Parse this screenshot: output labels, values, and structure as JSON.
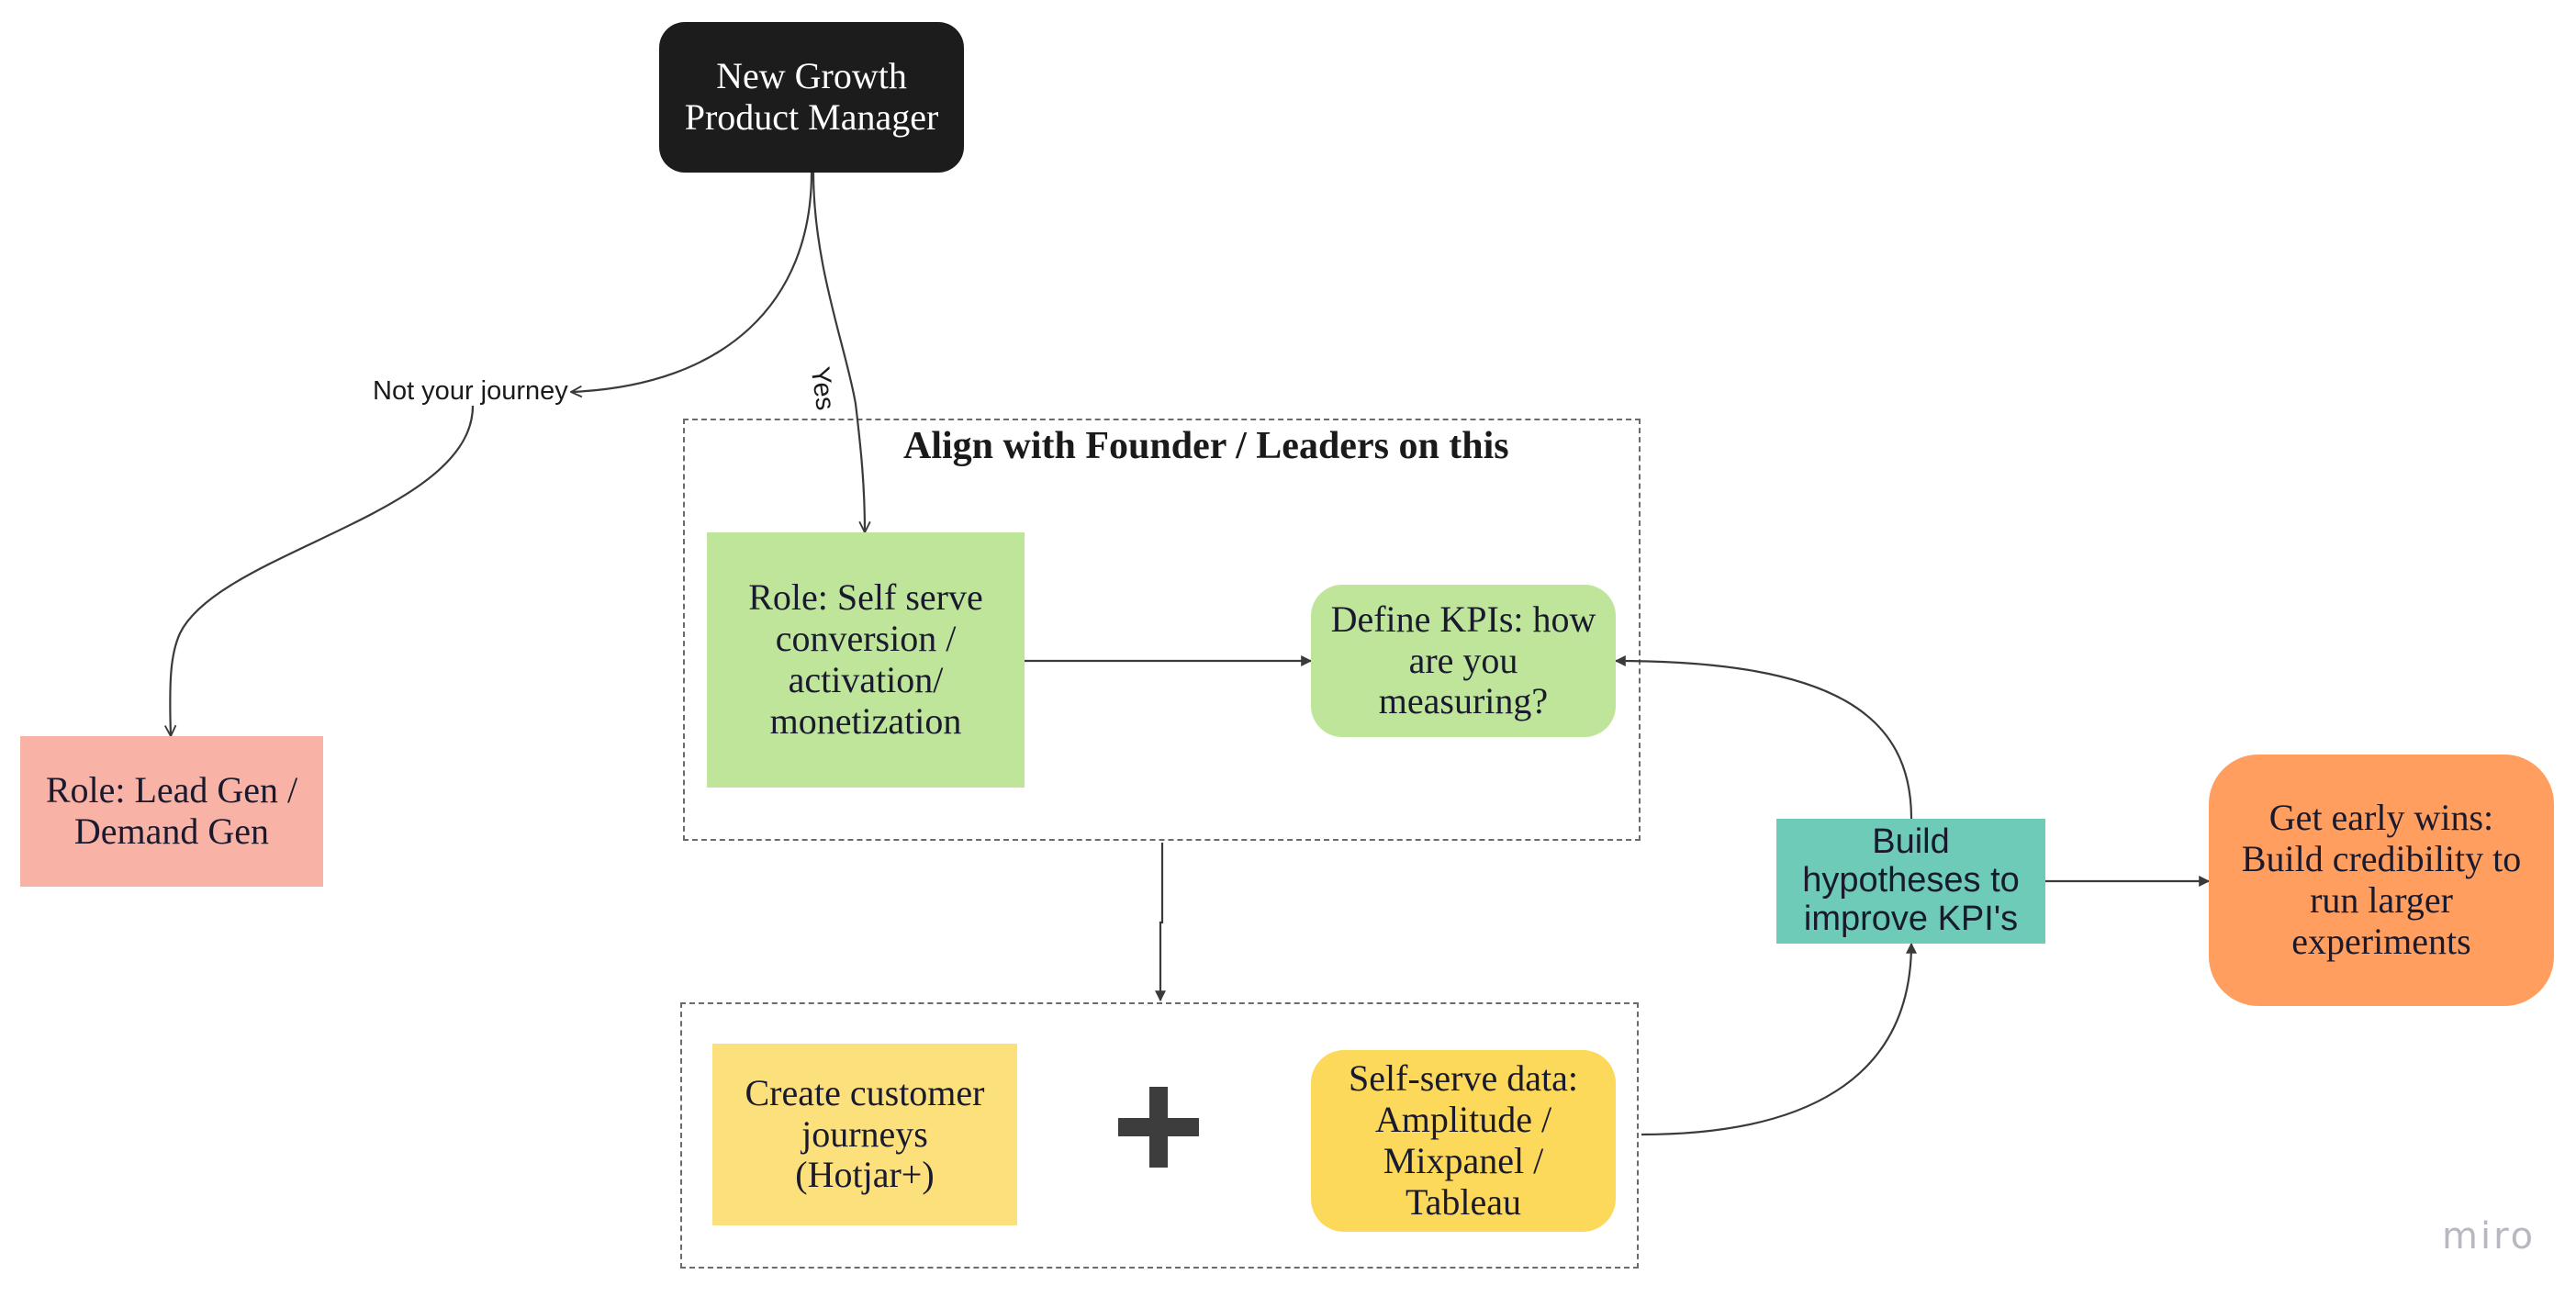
{
  "colors": {
    "start": "#1c1c1c",
    "lead_gen": "#f9b2a6",
    "self_serve": "#bfe59a",
    "kpi": "#bfe59a",
    "hypotheses": "#6dcbb7",
    "early_wins": "#ff9e5e",
    "journeys": "#fbe07c",
    "data": "#fcd95a",
    "connector": "#3a3a3a"
  },
  "nodes": {
    "start": {
      "label": "New Growth\nProduct Manager"
    },
    "lead_gen": {
      "label": "Role: Lead Gen  /\nDemand Gen"
    },
    "self_serve": {
      "label": "Role: Self serve\nconversion /\nactivation/\nmonetization"
    },
    "kpi": {
      "label": "Define KPIs: how\nare you\nmeasuring?"
    },
    "hypotheses": {
      "label": "Build\nhypotheses to\nimprove KPI's"
    },
    "early_wins": {
      "label": "Get early wins:\nBuild credibility to\nrun larger\nexperiments"
    },
    "journeys": {
      "label": "Create customer\njourneys\n(Hotjar+)"
    },
    "data": {
      "label": "Self-serve data:\nAmplitude /\nMixpanel /\nTableau"
    }
  },
  "frames": {
    "align": {
      "title": "Align with Founder / Leaders on this"
    }
  },
  "edge_labels": {
    "not_your_journey": "Not your journey",
    "yes": "Yes"
  },
  "combine_symbol": "plus",
  "watermark": "miro"
}
